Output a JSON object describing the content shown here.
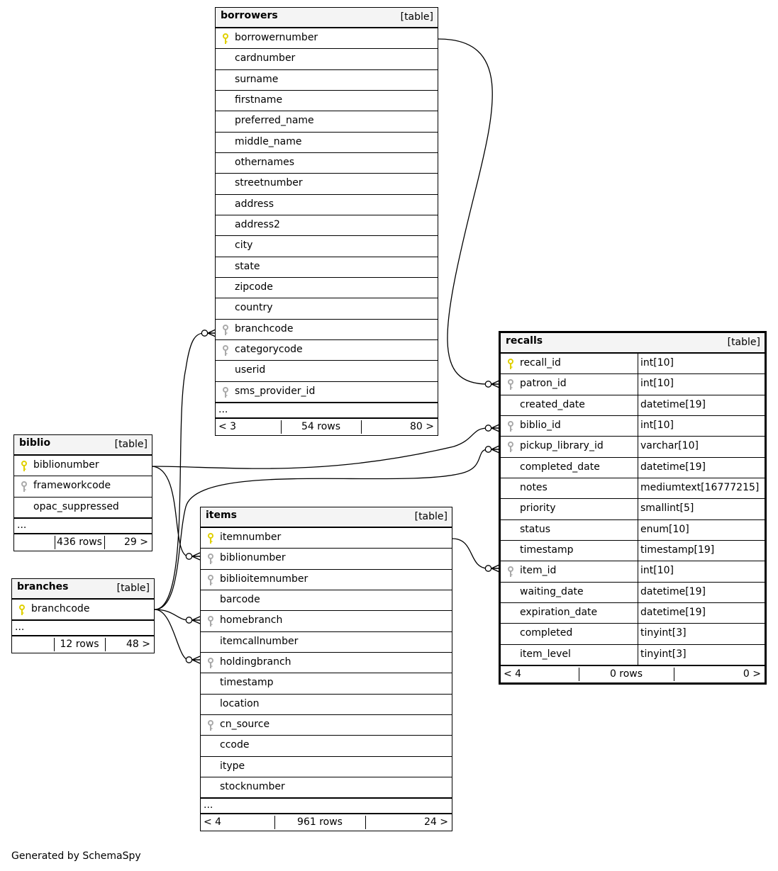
{
  "credit": "Generated by SchemaSpy",
  "tables": {
    "borrowers": {
      "name": "borrowers",
      "type": "[table]",
      "columns": [
        {
          "name": "borrowernumber",
          "key": "pk"
        },
        {
          "name": "cardnumber",
          "key": ""
        },
        {
          "name": "surname",
          "key": ""
        },
        {
          "name": "firstname",
          "key": ""
        },
        {
          "name": "preferred_name",
          "key": ""
        },
        {
          "name": "middle_name",
          "key": ""
        },
        {
          "name": "othernames",
          "key": ""
        },
        {
          "name": "streetnumber",
          "key": ""
        },
        {
          "name": "address",
          "key": ""
        },
        {
          "name": "address2",
          "key": ""
        },
        {
          "name": "city",
          "key": ""
        },
        {
          "name": "state",
          "key": ""
        },
        {
          "name": "zipcode",
          "key": ""
        },
        {
          "name": "country",
          "key": ""
        },
        {
          "name": "branchcode",
          "key": "fk"
        },
        {
          "name": "categorycode",
          "key": "fk"
        },
        {
          "name": "userid",
          "key": ""
        },
        {
          "name": "sms_provider_id",
          "key": "fk"
        }
      ],
      "more": "...",
      "footer": {
        "parents": "< 3",
        "rows": "54 rows",
        "children": "80 >"
      }
    },
    "biblio": {
      "name": "biblio",
      "type": "[table]",
      "columns": [
        {
          "name": "biblionumber",
          "key": "pk"
        },
        {
          "name": "frameworkcode",
          "key": "fk"
        },
        {
          "name": "opac_suppressed",
          "key": ""
        }
      ],
      "more": "...",
      "footer": {
        "parents": "",
        "rows": "436 rows",
        "children": "29 >"
      }
    },
    "branches": {
      "name": "branches",
      "type": "[table]",
      "columns": [
        {
          "name": "branchcode",
          "key": "pk"
        }
      ],
      "more": "...",
      "footer": {
        "parents": "",
        "rows": "12 rows",
        "children": "48 >"
      }
    },
    "items": {
      "name": "items",
      "type": "[table]",
      "columns": [
        {
          "name": "itemnumber",
          "key": "pk"
        },
        {
          "name": "biblionumber",
          "key": "fk"
        },
        {
          "name": "biblioitemnumber",
          "key": "fk"
        },
        {
          "name": "barcode",
          "key": ""
        },
        {
          "name": "homebranch",
          "key": "fk"
        },
        {
          "name": "itemcallnumber",
          "key": ""
        },
        {
          "name": "holdingbranch",
          "key": "fk"
        },
        {
          "name": "timestamp",
          "key": ""
        },
        {
          "name": "location",
          "key": ""
        },
        {
          "name": "cn_source",
          "key": "fk"
        },
        {
          "name": "ccode",
          "key": ""
        },
        {
          "name": "itype",
          "key": ""
        },
        {
          "name": "stocknumber",
          "key": ""
        }
      ],
      "more": "...",
      "footer": {
        "parents": "< 4",
        "rows": "961 rows",
        "children": "24 >"
      }
    },
    "recalls": {
      "name": "recalls",
      "type": "[table]",
      "columns": [
        {
          "name": "recall_id",
          "key": "pk",
          "type": "int[10]"
        },
        {
          "name": "patron_id",
          "key": "fk",
          "type": "int[10]"
        },
        {
          "name": "created_date",
          "key": "",
          "type": "datetime[19]"
        },
        {
          "name": "biblio_id",
          "key": "fk",
          "type": "int[10]"
        },
        {
          "name": "pickup_library_id",
          "key": "fk",
          "type": "varchar[10]"
        },
        {
          "name": "completed_date",
          "key": "",
          "type": "datetime[19]"
        },
        {
          "name": "notes",
          "key": "",
          "type": "mediumtext[16777215]"
        },
        {
          "name": "priority",
          "key": "",
          "type": "smallint[5]"
        },
        {
          "name": "status",
          "key": "",
          "type": "enum[10]"
        },
        {
          "name": "timestamp",
          "key": "",
          "type": "timestamp[19]"
        },
        {
          "name": "item_id",
          "key": "fk",
          "type": "int[10]"
        },
        {
          "name": "waiting_date",
          "key": "",
          "type": "datetime[19]"
        },
        {
          "name": "expiration_date",
          "key": "",
          "type": "datetime[19]"
        },
        {
          "name": "completed",
          "key": "",
          "type": "tinyint[3]"
        },
        {
          "name": "item_level",
          "key": "",
          "type": "tinyint[3]"
        }
      ],
      "footer": {
        "parents": "< 4",
        "rows": "0 rows",
        "children": "0 >"
      }
    }
  },
  "colors": {
    "primary_key": "#e0d000",
    "foreign_key": "#aaaaaa",
    "header_bg": "#f4f4f4"
  }
}
